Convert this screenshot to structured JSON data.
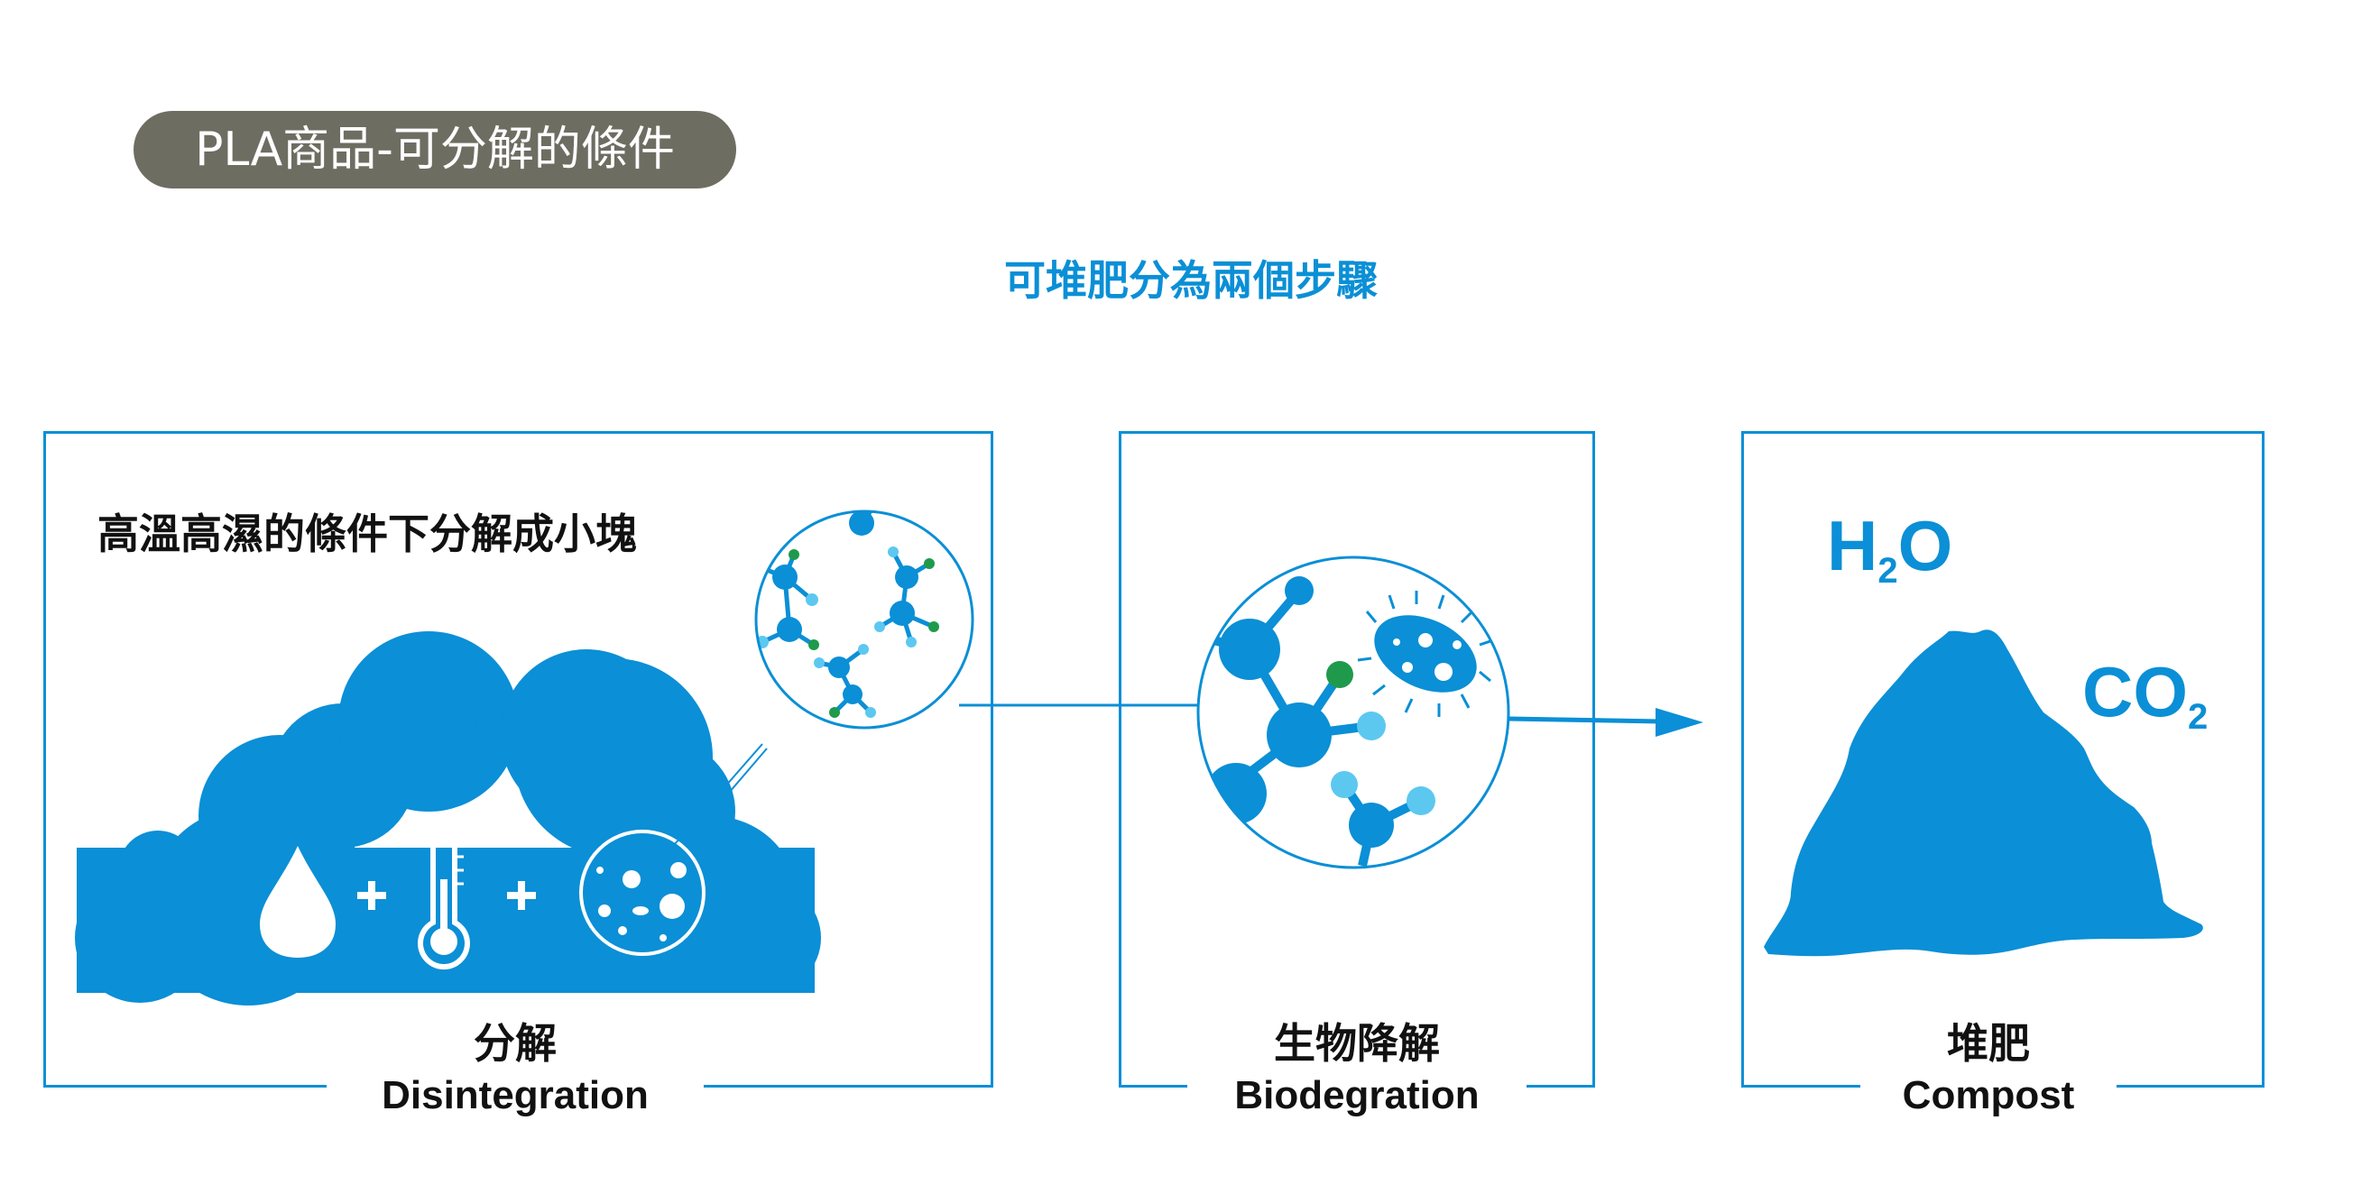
{
  "title": "PLA商品-可分解的條件",
  "subtitle": "可堆肥分為兩個步驟",
  "colors": {
    "accent": "#0b8fd6",
    "light_blue": "#5cc8f0",
    "green": "#1f9a4c",
    "pill": "#6e6d62"
  },
  "steps": [
    {
      "zh": "分解",
      "en": "Disintegration",
      "description": "高溫高濕的條件下分解成小塊"
    },
    {
      "zh": "生物降解",
      "en": "Biodegration"
    },
    {
      "zh": "堆肥",
      "en": "Compost"
    }
  ],
  "compost": {
    "h2o": {
      "main": "H",
      "sub": "2",
      "tail": "O"
    },
    "co2": {
      "main": "CO",
      "sub": "2"
    }
  },
  "icons": [
    "water-drop-icon",
    "thermometer-icon",
    "microbe-icon",
    "molecule-icon",
    "bacteria-icon",
    "compost-pile-icon"
  ]
}
